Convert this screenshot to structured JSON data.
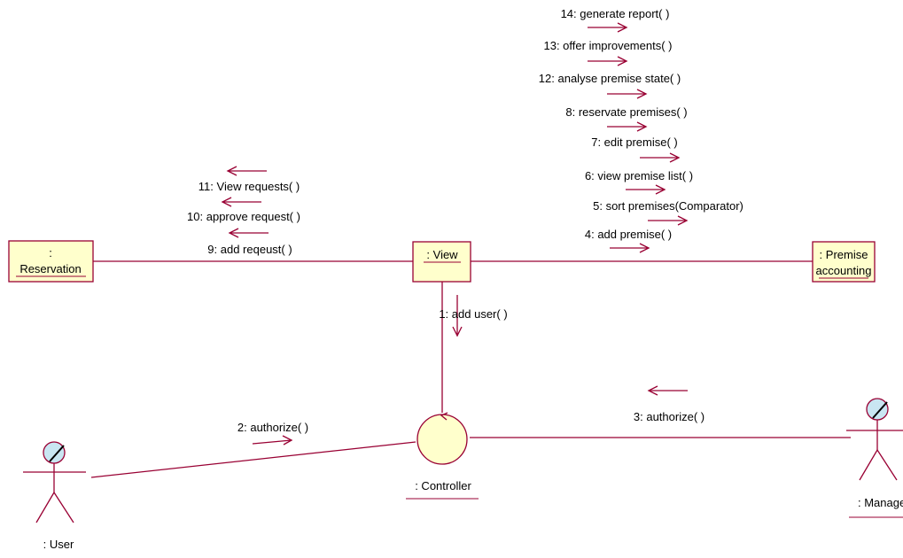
{
  "colors": {
    "line": "#990033",
    "object_fill": "#ffffcc",
    "actor_head": "#c9e6f2",
    "text": "#000000"
  },
  "objects": {
    "reservation": {
      "line1": ":",
      "line2": "Reservation"
    },
    "view": {
      "label": ": View"
    },
    "premise": {
      "line1": ": Premise",
      "line2": "accounting"
    },
    "controller": {
      "label": ": Controller"
    }
  },
  "actors": {
    "user": {
      "label": ": User",
      "icon": "actor-stick-figure-icon"
    },
    "manager": {
      "label": ": Manage",
      "icon": "actor-stick-figure-icon"
    }
  },
  "messages": {
    "m14": "14: generate report( )",
    "m13": "13: offer improvements( )",
    "m12": "12: analyse premise state( )",
    "m8": "8: reservate premises( )",
    "m7": "7: edit premise( )",
    "m6": "6: view premise list( )",
    "m5": "5: sort premises(Comparator)",
    "m4": "4: add premise( )",
    "m11": "11: View requests( )",
    "m10": "10: approve request( )",
    "m9": "9: add reqeust( )",
    "m1": "1: add user( )",
    "m2": "2: authorize( )",
    "m3": "3: authorize( )"
  }
}
